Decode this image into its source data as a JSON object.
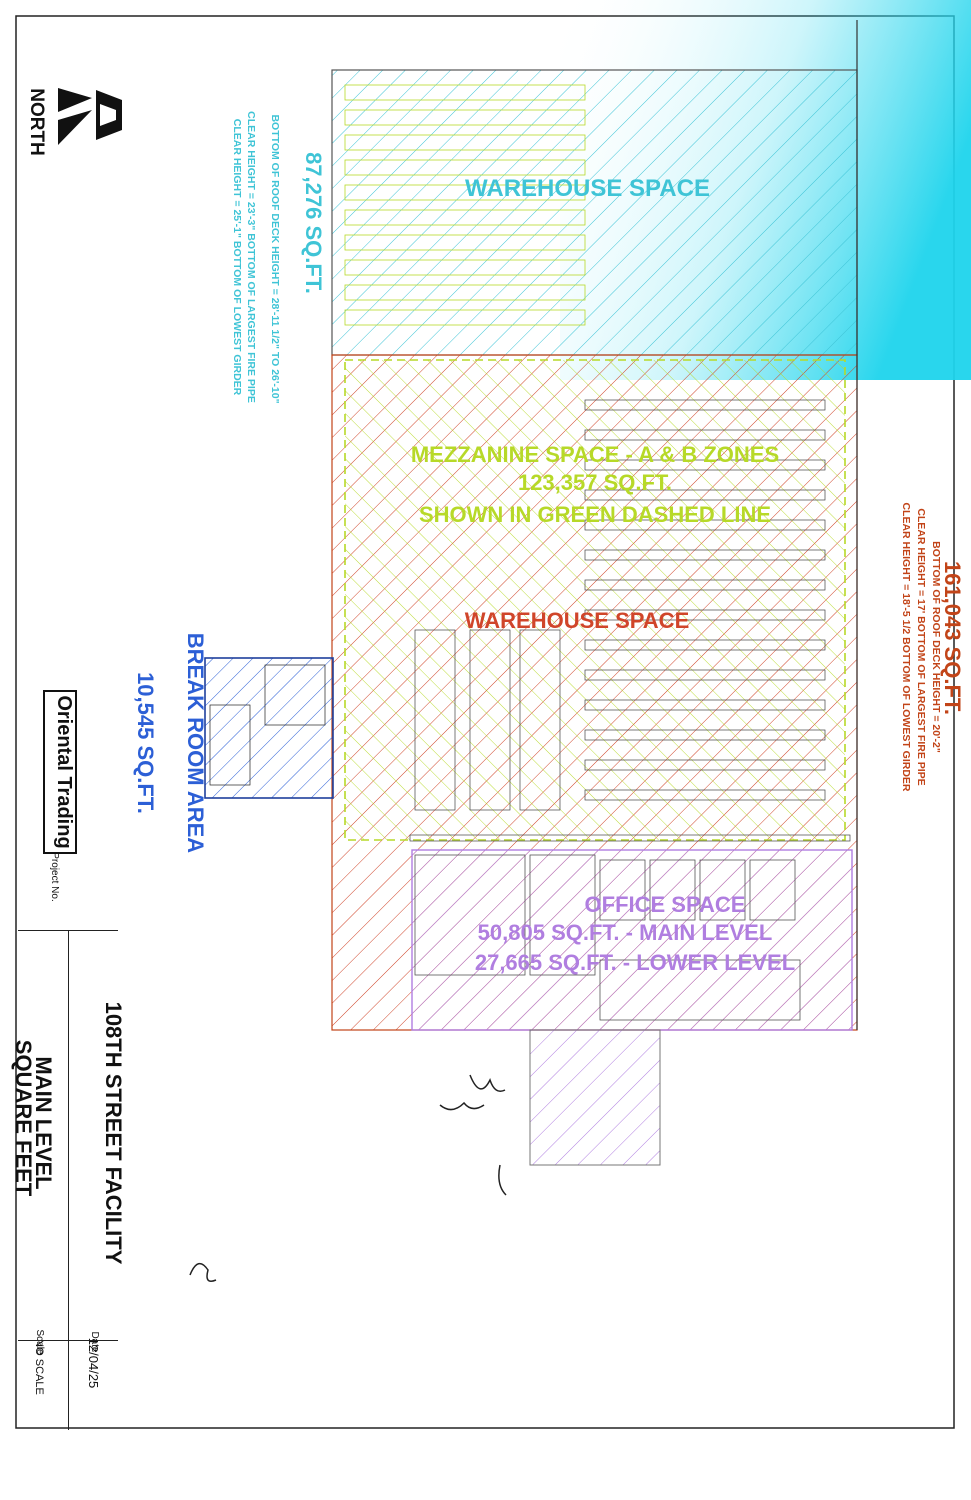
{
  "north_label": "NORTH",
  "colors": {
    "west_warehouse": "#3fc4d6",
    "main_warehouse": "#d0452a",
    "mezzanine": "#b7d928",
    "office": "#b07ee0",
    "break_room": "#2c5fd6",
    "east_warehouse_note": "#c24418",
    "cyan_wash": "#37d8ee",
    "line": "#555555"
  },
  "zones": {
    "west_warehouse": {
      "area": "87,276 SQ.FT.",
      "label": "WAREHOUSE SPACE",
      "notes": [
        "BOTTOM OF ROOF DECK HEIGHT = 28'-11 1/2\" TO 26'-10\"",
        "CLEAR HEIGHT = 23'-3\" BOTTOM OF LARGEST FIRE PIPE",
        "CLEAR HEIGHT = 25'-1\" BOTTOM OF LOWEST GIRDER"
      ]
    },
    "main_warehouse": {
      "area": "161,043 SQ.FT.",
      "label": "WAREHOUSE SPACE",
      "notes": [
        "BOTTOM OF ROOF DECK HEIGHT = 20'-2\"",
        "CLEAR HEIGHT = 17' BOTTOM OF LARGEST FIRE PIPE",
        "CLEAR HEIGHT = 18'-5 1/2 BOTTOM OF LOWEST GIRDER"
      ]
    },
    "mezzanine": {
      "lines": [
        "MEZZANINE SPACE - A & B ZONES",
        "123,357 SQ.FT.",
        "SHOWN IN GREEN DASHED LINE"
      ]
    },
    "break_room": {
      "lines": [
        "BREAK ROOM AREA",
        "10,545 SQ.FT."
      ]
    },
    "office": {
      "lines": [
        "OFFICE SPACE",
        "50,805 SQ.FT. - MAIN LEVEL",
        "27,665 SQ.FT. - LOWER LEVEL"
      ]
    }
  },
  "title_block": {
    "logo_text": "Oriental Trading",
    "project_no_label": "Project No.",
    "title_lines": [
      "108TH STREET FACILITY",
      "MAIN LEVEL",
      "SQUARE FEET"
    ],
    "date_label": "Date",
    "date_value": "12/04/25",
    "scale_label": "Scale",
    "scale_value": "NO SCALE"
  }
}
